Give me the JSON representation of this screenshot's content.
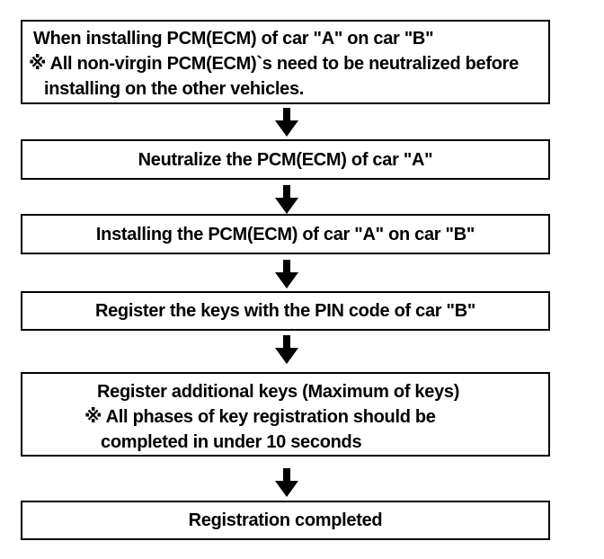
{
  "flowchart": {
    "colors": {
      "border": "#000000",
      "text": "#000000",
      "background": "#ffffff",
      "arrow": "#000000"
    },
    "steps": [
      {
        "name": "condition-header",
        "lines": [
          "When installing PCM(ECM) of car \"A\" on car \"B\"",
          "※ All non-virgin PCM(ECM)`s need to be neutralized before",
          "installing on the other vehicles."
        ]
      },
      {
        "name": "neutralize",
        "lines": [
          "Neutralize the PCM(ECM) of car \"A\""
        ]
      },
      {
        "name": "install",
        "lines": [
          "Installing the PCM(ECM) of car \"A\" on car \"B\""
        ]
      },
      {
        "name": "register-keys",
        "lines": [
          "Register the keys with the PIN code of car \"B\""
        ]
      },
      {
        "name": "register-additional-keys",
        "lines": [
          "Register additional keys (Maximum of keys)",
          "※ All phases of key registration should be",
          "completed in under 10 seconds"
        ]
      },
      {
        "name": "completed",
        "lines": [
          "Registration completed"
        ]
      }
    ]
  }
}
